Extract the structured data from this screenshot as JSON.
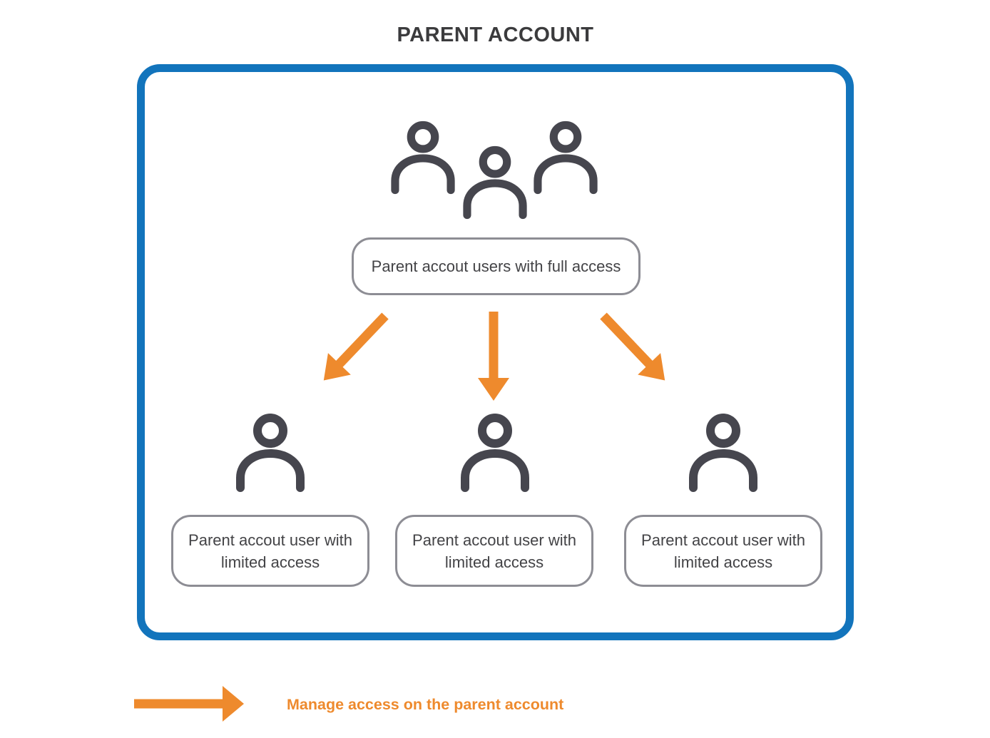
{
  "title": "PARENT ACCOUNT",
  "diagram": {
    "full_access_box": {
      "label": "Parent accout users with full access"
    },
    "limited_access_boxes": [
      {
        "label": "Parent accout user with limited access"
      },
      {
        "label": "Parent accout user with limited access"
      },
      {
        "label": "Parent accout user with limited access"
      }
    ]
  },
  "legend": {
    "label": "Manage access on the parent account"
  },
  "icons": {
    "group": "three-users-group-icon",
    "person": "single-user-icon",
    "flow_arrows": [
      "arrow-down-left-icon",
      "arrow-down-icon",
      "arrow-down-right-icon"
    ],
    "legend_arrow": "arrow-right-icon"
  },
  "colors": {
    "container_blue": "#1274bc",
    "arrow_orange": "#ee8a2d",
    "icon_charcoal": "#46464e",
    "box_border_gray": "#8d8d94",
    "text_dark": "#3b3b3d"
  }
}
